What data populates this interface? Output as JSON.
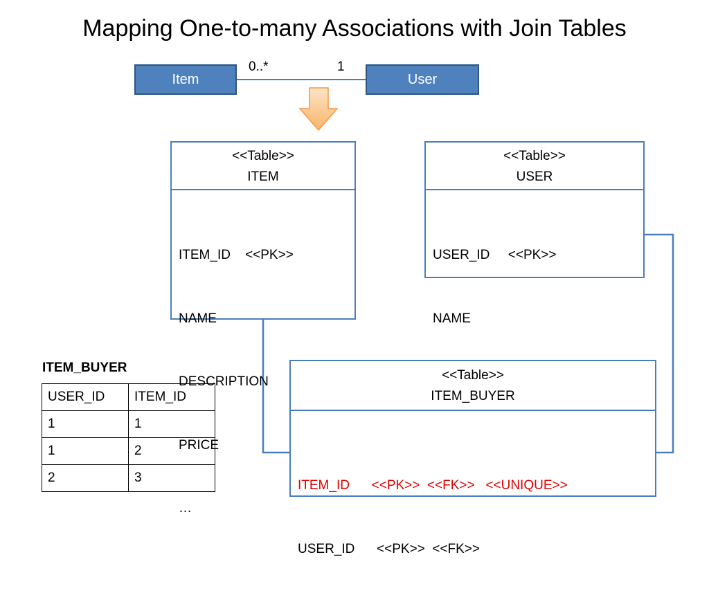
{
  "title": "Mapping One-to-many Associations with Join Tables",
  "uml": {
    "left_class": "Item",
    "right_class": "User",
    "left_multiplicity": "0..*",
    "right_multiplicity": "1"
  },
  "item_table": {
    "stereotype": "<<Table>>",
    "name": "ITEM",
    "columns": [
      "ITEM_ID    <<PK>>",
      "NAME",
      "DESCRIPTION",
      "PRICE",
      "…"
    ]
  },
  "user_table": {
    "stereotype": "<<Table>>",
    "name": "USER",
    "columns": [
      "USER_ID     <<PK>>",
      "NAME",
      "…"
    ]
  },
  "join_table": {
    "stereotype": "<<Table>>",
    "name": "ITEM_BUYER",
    "columns": [
      "ITEM_ID      <<PK>>  <<FK>>   <<UNIQUE>>",
      "USER_ID      <<PK>>  <<FK>>"
    ]
  },
  "data_table": {
    "caption": "ITEM_BUYER",
    "headers": [
      "USER_ID",
      "ITEM_ID"
    ],
    "rows": [
      [
        "1",
        "1"
      ],
      [
        "1",
        "2"
      ],
      [
        "2",
        "3"
      ]
    ]
  },
  "colors": {
    "uml_fill": "#4f81bd",
    "table_border": "#4a7ebb",
    "highlight_text": "#e00000",
    "arrow_fill": "#fbd5a6"
  },
  "icons": [
    "down-arrow-icon"
  ]
}
